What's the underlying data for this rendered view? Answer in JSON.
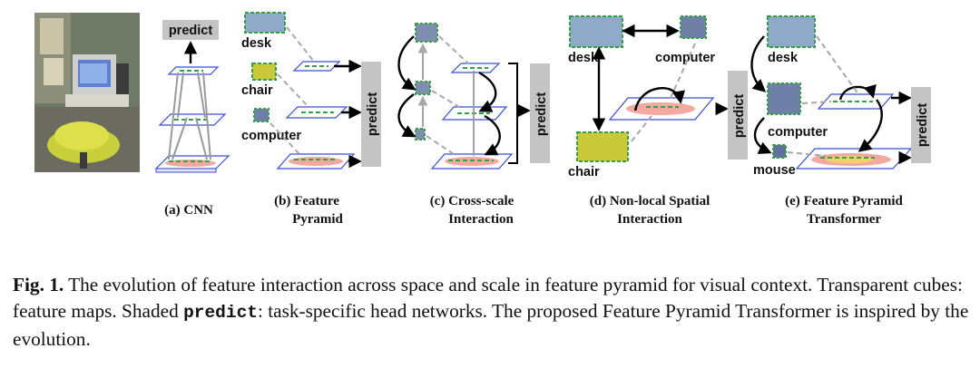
{
  "panels": [
    {
      "letter": "(a)",
      "line1": "CNN",
      "line2": ""
    },
    {
      "letter": "(b)",
      "line1": "Feature",
      "line2": "Pyramid"
    },
    {
      "letter": "(c)",
      "line1": "Cross-scale",
      "line2": "Interaction"
    },
    {
      "letter": "(d)",
      "line1": "Non-local Spatial",
      "line2": "Interaction"
    },
    {
      "letter": "(e)",
      "line1": "Feature Pyramid",
      "line2": "Transformer"
    }
  ],
  "predict_label": "predict",
  "objects": {
    "desk": "desk",
    "chair": "chair",
    "computer": "computer",
    "mouse": "mouse"
  },
  "caption": {
    "fig_label": "Fig. 1.",
    "part1": " The evolution of feature interaction across space and scale in feature pyramid for visual context. Transparent cubes: feature maps. Shaded ",
    "code": "predict",
    "part2": ": task-specific head networks. The proposed Feature Pyramid Transformer is inspired by the evolution."
  },
  "colors": {
    "layer_stroke": "#3a4fd0",
    "dashed_box": "#34a244",
    "predict_box": "#c4c4c4",
    "heat_red": "#e8584c",
    "heat_yellow": "#f2d36a"
  }
}
